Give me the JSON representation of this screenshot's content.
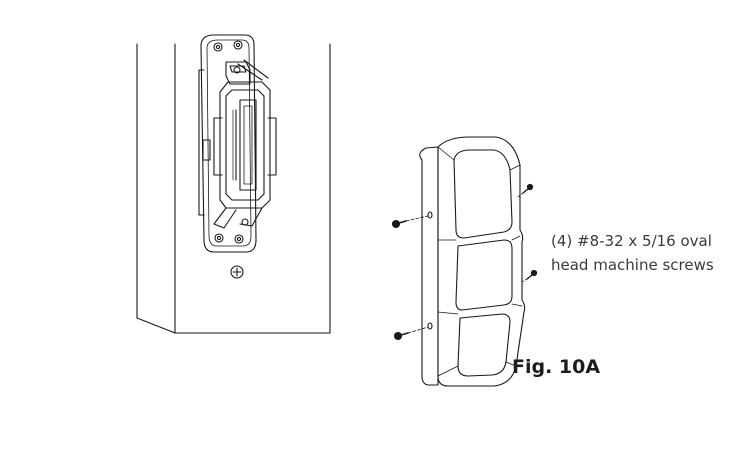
{
  "callout": {
    "line1": "(4) #8-32 x 5/16 oval",
    "line2": "head machine screws"
  },
  "figure_label": "Fig. 10A",
  "colors": {
    "line": "#1a1a1a",
    "text": "#3a3a3a",
    "background": "#ffffff"
  }
}
